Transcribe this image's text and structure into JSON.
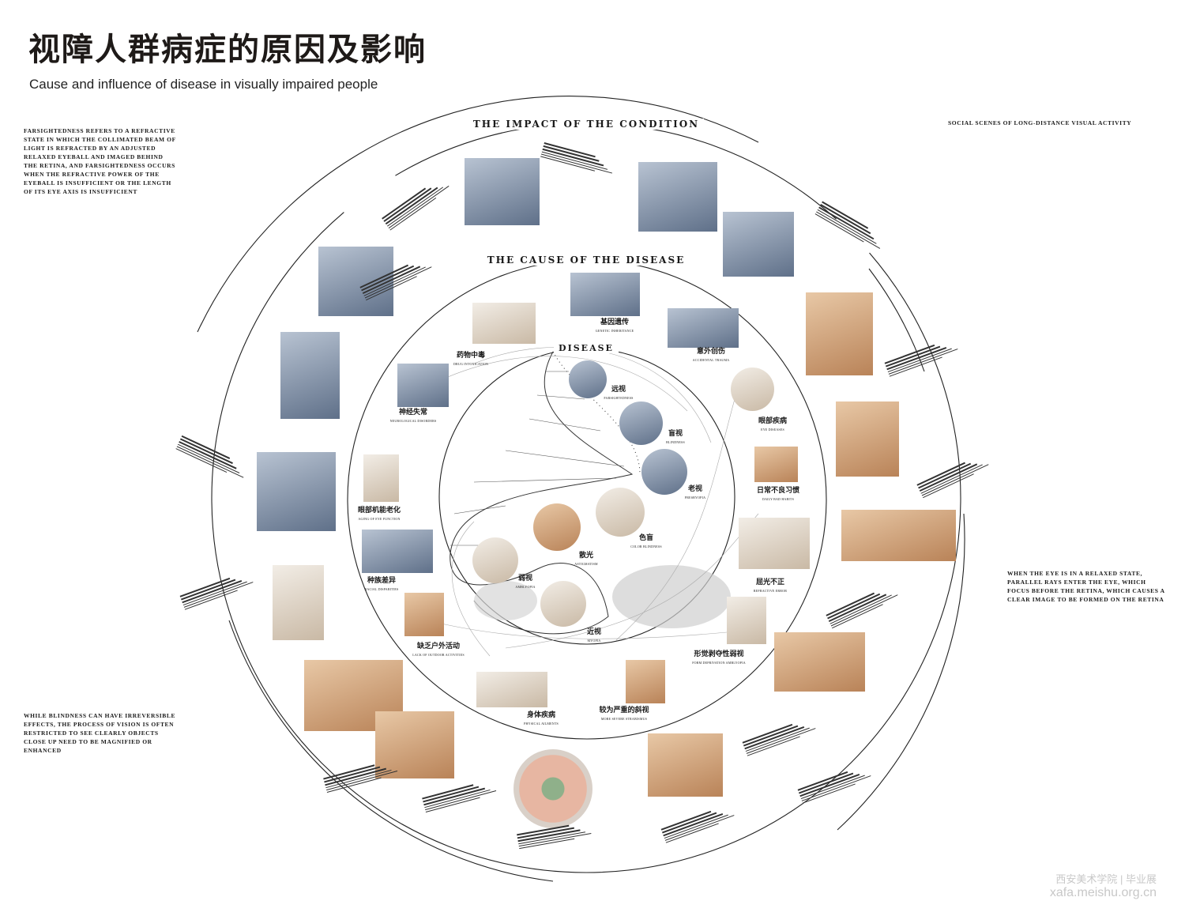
{
  "header": {
    "title": "视障人群病症的原因及影响",
    "subtitle": "Cause and influence of disease in visually impaired people"
  },
  "rings": {
    "impact_title": "THE IMPACT OF THE CONDITION",
    "cause_title": "THE CAUSE OF THE DISEASE",
    "disease_title": "DISEASE"
  },
  "outer_text": {
    "top_left": "FARSIGHTEDNESS REFERS TO A REFRACTIVE STATE IN WHICH THE COLLIMATED BEAM OF LIGHT IS REFRACTED BY AN ADJUSTED RELAXED EYEBALL AND IMAGED BEHIND THE RETINA, AND FARSIGHTEDNESS OCCURS WHEN THE REFRACTIVE POWER OF THE EYEBALL IS INSUFFICIENT OR THE LENGTH OF ITS EYE AXIS IS INSUFFICIENT",
    "top_right": "SOCIAL SCENES OF LONG-DISTANCE VISUAL ACTIVITY",
    "right": "WHEN THE EYE IS IN A RELAXED STATE, PARALLEL RAYS ENTER THE EYE, WHICH FOCUS BEFORE THE RETINA, WHICH CAUSES A CLEAR IMAGE TO BE FORMED ON THE RETINA",
    "bottom_left": "WHILE BLINDNESS CAN HAVE IRREVERSIBLE EFFECTS, THE PROCESS OF VISION IS OFTEN RESTRICTED TO SEE CLEARLY OBJECTS CLOSE UP NEED TO BE MAGNIFIED OR ENHANCED"
  },
  "diseases": [
    {
      "zh": "远视",
      "en": "FARSIGHTEDNESS"
    },
    {
      "zh": "盲视",
      "en": "BLINDNESS"
    },
    {
      "zh": "老视",
      "en": "PRESBYOPIA"
    },
    {
      "zh": "色盲",
      "en": "COLOR BLINDNESS"
    },
    {
      "zh": "散光",
      "en": "ASTIGMATISM"
    },
    {
      "zh": "弱视",
      "en": "AMBLYOPIA"
    },
    {
      "zh": "近视",
      "en": "MYOPIA"
    }
  ],
  "causes": [
    {
      "zh": "基因遗传",
      "en": "GENETIC INHERITANCE"
    },
    {
      "zh": "意外创伤",
      "en": "ACCIDENTAL TRAUMA"
    },
    {
      "zh": "眼部疾病",
      "en": "EYE DISEASES"
    },
    {
      "zh": "日常不良习惯",
      "en": "DAILY BAD HABITS"
    },
    {
      "zh": "屈光不正",
      "en": "REFRACTIVE ERROR"
    },
    {
      "zh": "形觉剥夺性弱视",
      "en": "FORM DEPRIVATION AMBLYOPIA"
    },
    {
      "zh": "较为严重的斜视",
      "en": "MORE SEVERE STRABISMUS"
    },
    {
      "zh": "身体疾病",
      "en": "PHYSICAL AILMENTS"
    },
    {
      "zh": "缺乏户外活动",
      "en": "LACK OF OUTDOOR ACTIVITIES"
    },
    {
      "zh": "种族差异",
      "en": "RACIAL DISPARITIES"
    },
    {
      "zh": "眼部机能老化",
      "en": "AGING OF EYE FUNCTION"
    },
    {
      "zh": "神经失常",
      "en": "NEUROLOGICAL DISORDERS"
    },
    {
      "zh": "药物中毒",
      "en": "DRUG INTOXICATION"
    }
  ],
  "watermark": {
    "line1": "西安美术学院 | 毕业展",
    "line2": "xafa.meishu.org.cn"
  }
}
